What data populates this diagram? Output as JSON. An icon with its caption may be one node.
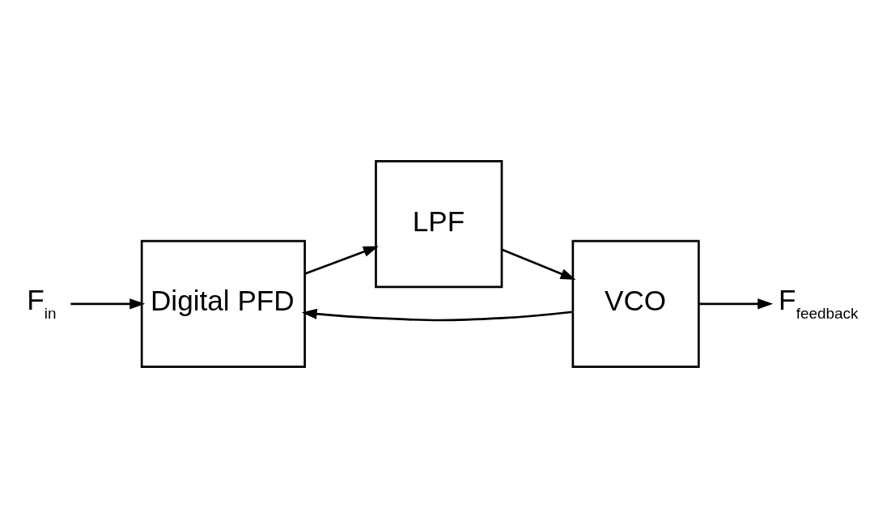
{
  "diagram": {
    "nodes": [
      {
        "text": [
          "F$_{in}$"
        ]
      },
      {
        "text": [
          "Digital PFD"
        ]
      },
      {
        "text": [
          "LPF"
        ]
      },
      {
        "text": [
          "VCO"
        ]
      },
      {
        "text": [
          "F$_{feedback}$"
        ]
      }
    ],
    "edges": [
      {
        "from": 0,
        "to": 1,
        "arrow": "to"
      },
      {
        "from": 1,
        "to": 2,
        "arrow": "to"
      },
      {
        "from": 2,
        "to": 3,
        "arrow": "to"
      },
      {
        "from": 3,
        "to": 4,
        "arrow": "to"
      },
      {
        "from": 3,
        "to": 1,
        "arrow": "to"
      }
    ]
  }
}
